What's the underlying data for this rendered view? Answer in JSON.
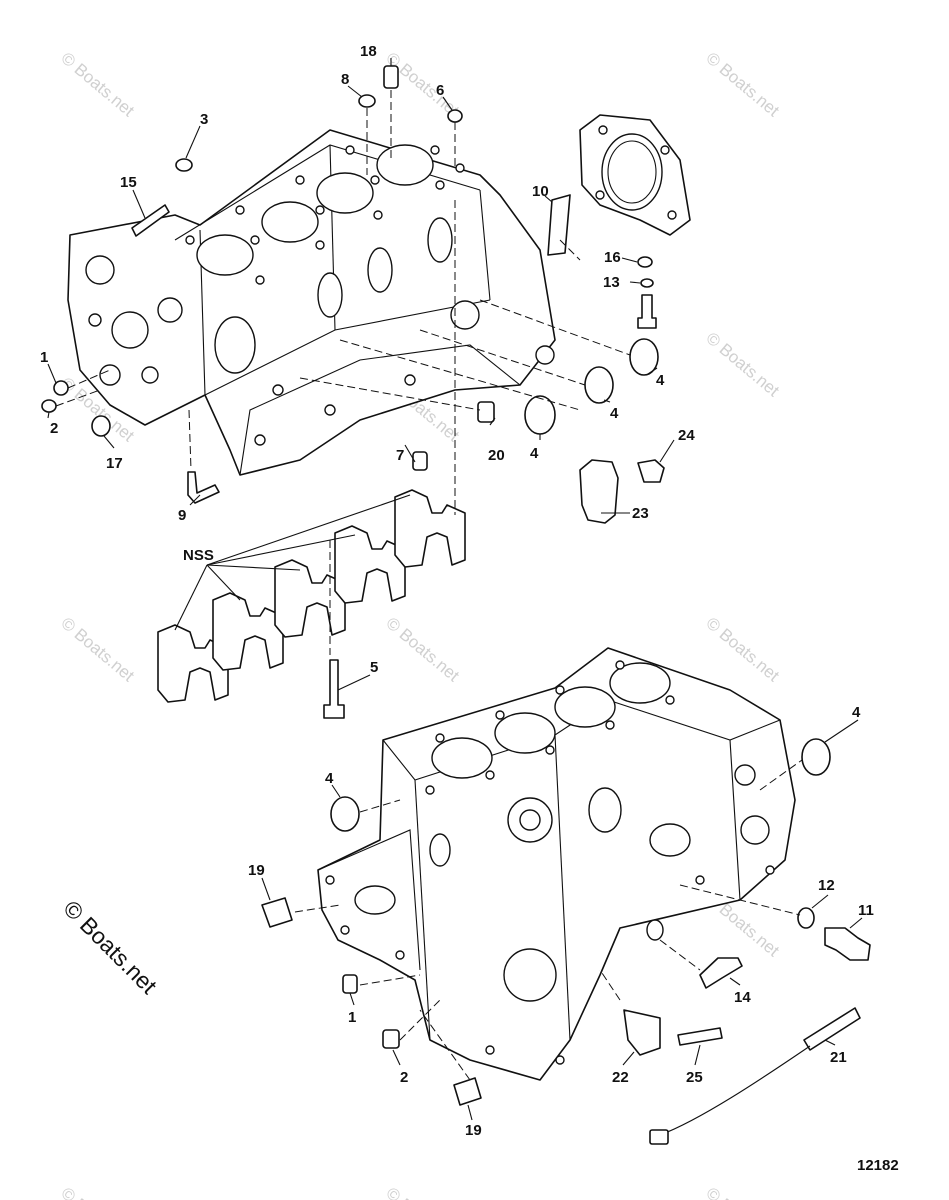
{
  "watermark": "© Boats.net",
  "copyright": "© Boats.net",
  "figure_number": "12182",
  "callouts": {
    "c1a": "1",
    "c1b": "1",
    "c2a": "2",
    "c2b": "2",
    "c3": "3",
    "c4a": "4",
    "c4b": "4",
    "c4c": "4",
    "c4d": "4",
    "c4e": "4",
    "c5": "5",
    "c6": "6",
    "c7": "7",
    "c8": "8",
    "c9": "9",
    "c10": "10",
    "c11": "11",
    "c12": "12",
    "c13": "13",
    "c14": "14",
    "c15": "15",
    "c16": "16",
    "c17": "17",
    "c18": "18",
    "c19a": "19",
    "c19b": "19",
    "c20": "20",
    "c21": "21",
    "c22": "22",
    "c23": "23",
    "c24": "24",
    "c25": "25",
    "nss": "NSS"
  }
}
